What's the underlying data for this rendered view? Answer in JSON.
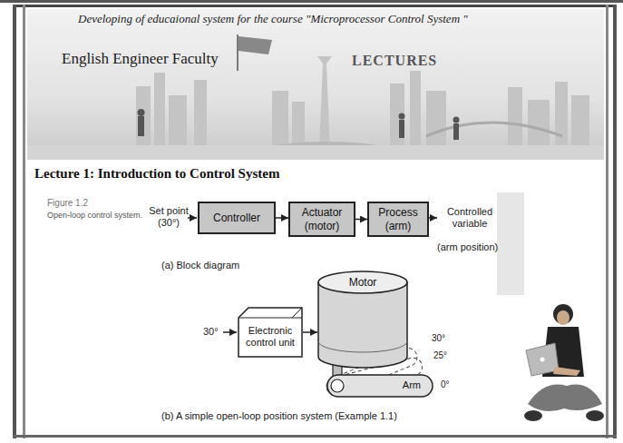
{
  "diagram": {
    "title": "Lecture 1: Introduction to Control System",
    "caption": "Open-loop control system.",
    "nodes": [
      {
        "text": [
          "Controller"
        ]
      },
      {
        "text": [
          "Actuator (motor)"
        ]
      },
      {
        "text": [
          "Process (arm)"
        ]
      },
      {
        "text": [
          "Electronic control unit"
        ]
      },
      {
        "text": [
          "Motor"
        ]
      },
      {
        "text": [
          "Arm"
        ]
      }
    ],
    "edges": [
      {
        "from": 0,
        "to": 1,
        "arrow": "to"
      },
      {
        "from": 1,
        "to": 2,
        "arrow": "to"
      },
      {
        "from": 3,
        "to": 4,
        "arrow": "to"
      }
    ],
    "labels": [
      "Developing of educaional system for the course \"Microprocessor Control System \"",
      "English Engineer Faculty",
      "LECTURES",
      "Figure 1.2",
      "Set point (30°)",
      "Controlled variable",
      "(arm position)",
      "(a) Block diagram",
      "30°",
      "30°",
      "25°",
      "0°",
      "(b) A simple open-loop position system (Example 1.1)"
    ]
  }
}
